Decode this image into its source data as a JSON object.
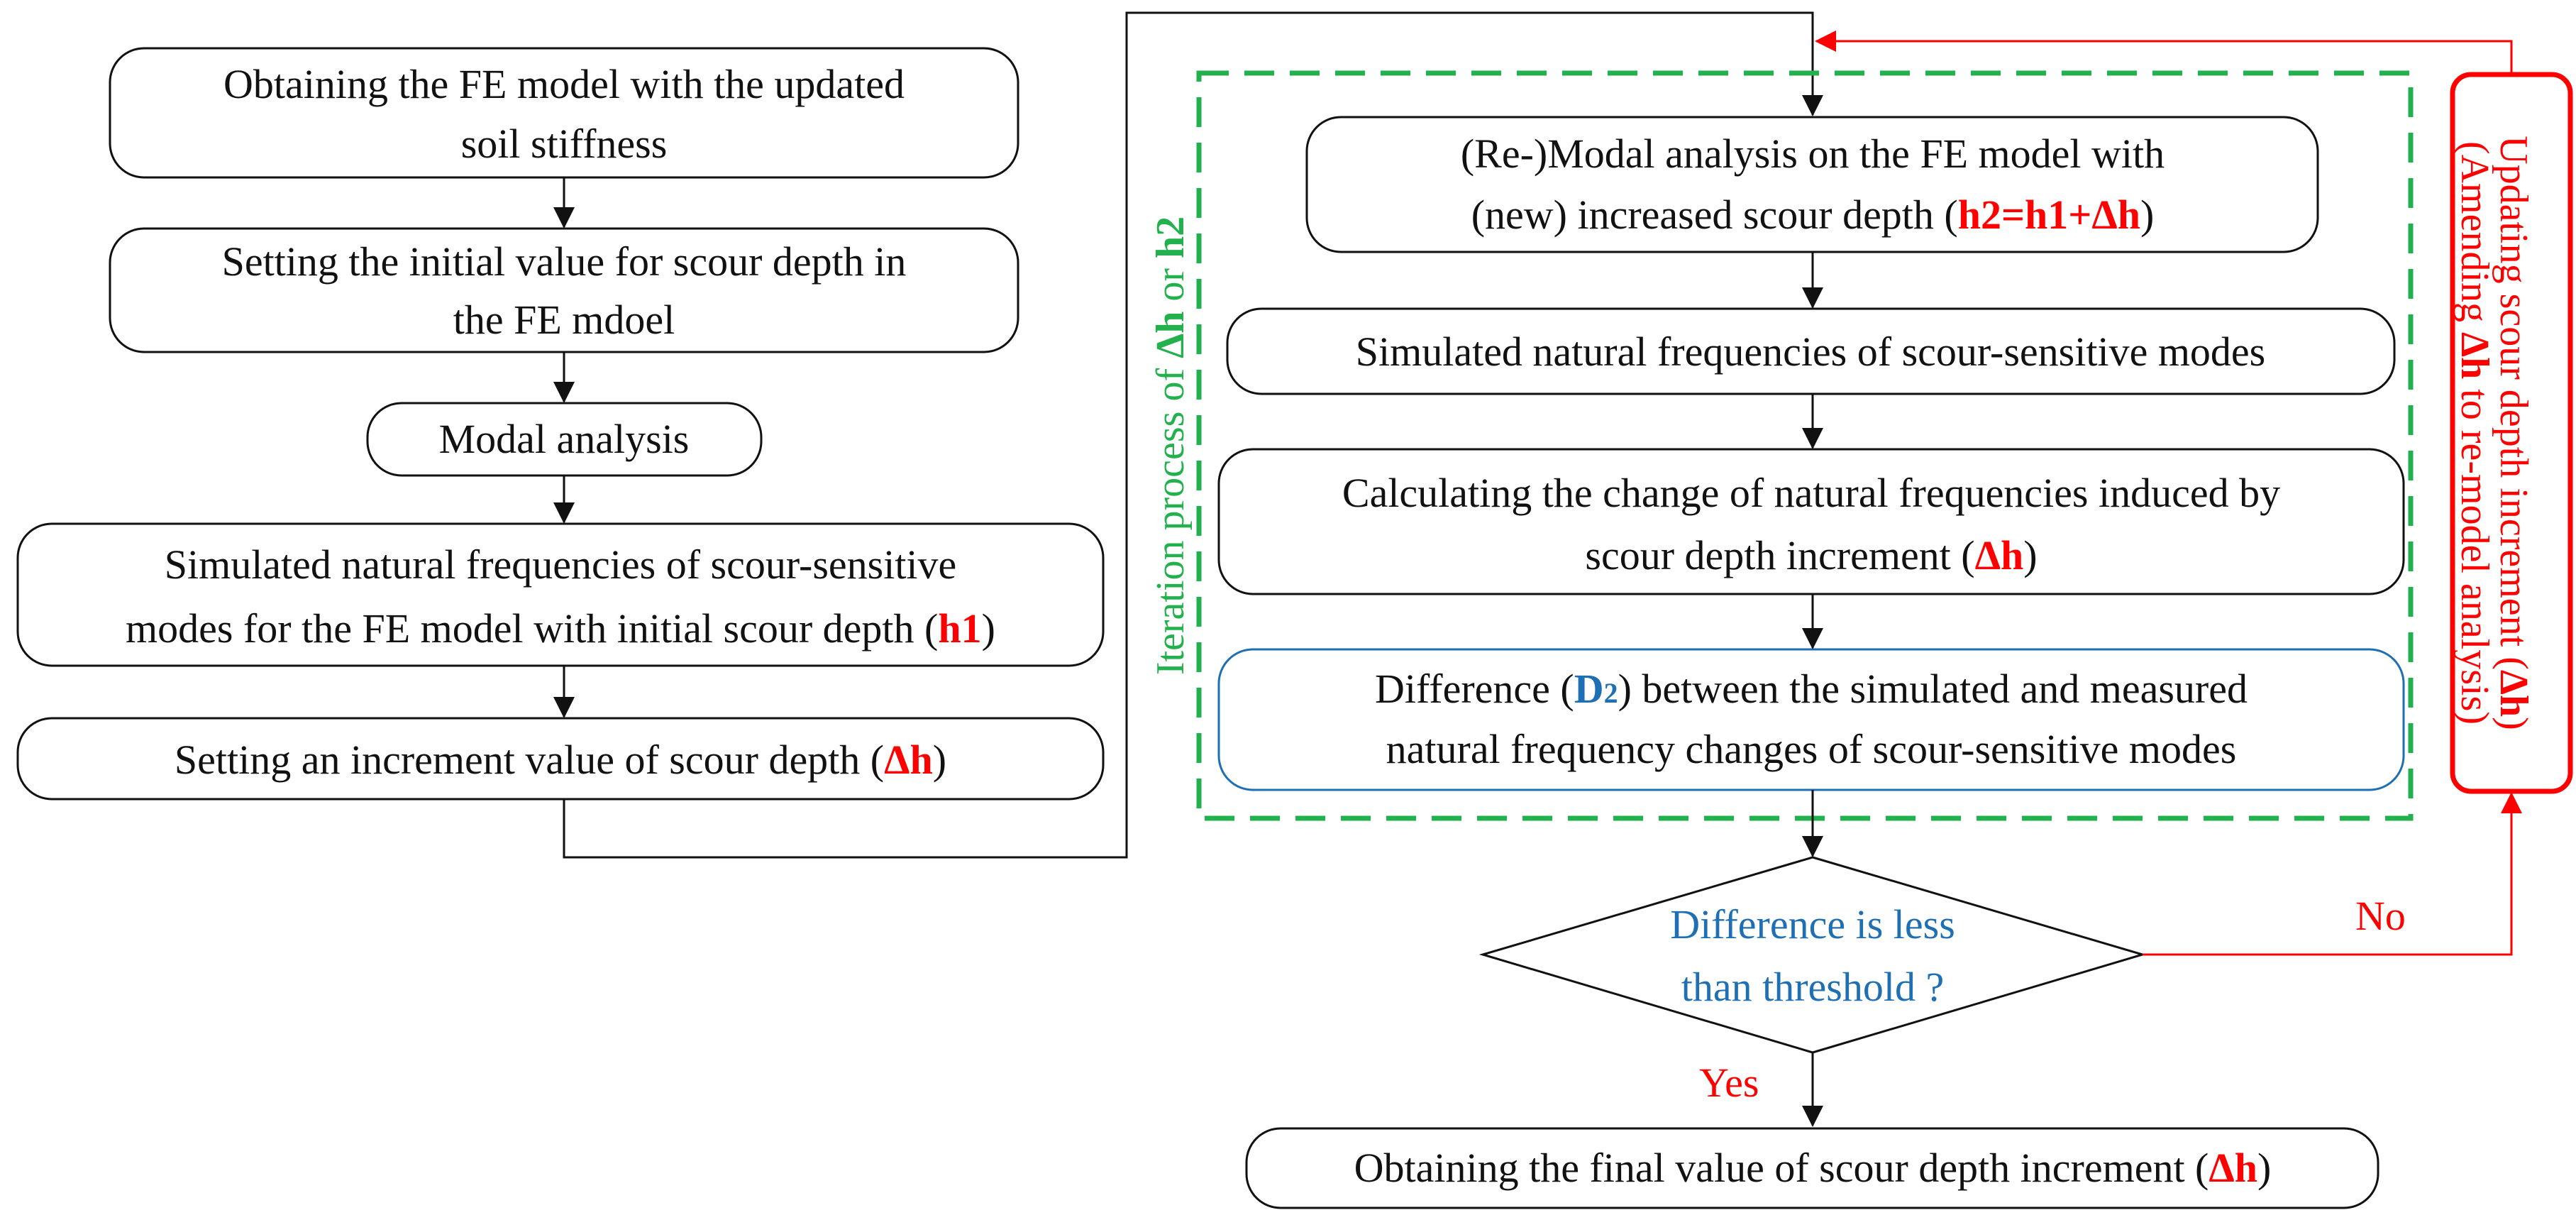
{
  "colors": {
    "red": "#ff0000",
    "blue": "#1f6fb5",
    "green": "#22b14c",
    "black": "#111111"
  },
  "boxes": {
    "b1": {
      "line1": "Obtaining the FE model with the updated",
      "line2": "soil stiffness"
    },
    "b2": {
      "line1": "Setting the initial value for scour depth in",
      "line2": "the FE mdoel"
    },
    "b3": {
      "line1": "Modal analysis"
    },
    "b4": {
      "line1": "Simulated natural frequencies of scour-sensitive",
      "line2_pre": "modes for the FE model with initial scour depth (",
      "line2_hl": "h1",
      "line2_post": ")"
    },
    "b5": {
      "line1_pre": "Setting an increment value of scour depth (",
      "line1_hl": "Δh",
      "line1_post": ")"
    },
    "r1": {
      "line1": "(Re-)Modal analysis on the FE model with",
      "line2_pre": "(new) increased scour depth (",
      "line2_hl": "h2=h1+Δh",
      "line2_post": ")"
    },
    "r2": {
      "line1": "Simulated natural frequencies of scour-sensitive modes"
    },
    "r3": {
      "line1": "Calculating the change of natural frequencies induced by",
      "line2_pre": "scour depth increment (",
      "line2_hl": "Δh",
      "line2_post": ")"
    },
    "r4": {
      "line1_pre": "Difference (",
      "line1_hl": "D",
      "line1_sub": "2",
      "line1_post": ") between the simulated and measured",
      "line2": "natural frequency changes of scour-sensitive modes"
    },
    "final": {
      "line1_pre": "Obtaining the final value of scour depth increment (",
      "line1_hl": "Δh",
      "line1_post": ")"
    }
  },
  "decision": {
    "line1": "Difference is less",
    "line2": "than threshold ?"
  },
  "labels": {
    "yes": "Yes",
    "no": "No"
  },
  "iteration": {
    "pre": "Iteration process of ",
    "hl1": "Δh",
    "mid": " or ",
    "hl2": "h2"
  },
  "update_box": {
    "line1_pre": "Updating scour depth increment (",
    "line1_hl": "Δh",
    "line1_post": ")",
    "line2_pre": "(Amending ",
    "line2_hl": "Δh",
    "line2_post": " to re-model analysis)"
  }
}
